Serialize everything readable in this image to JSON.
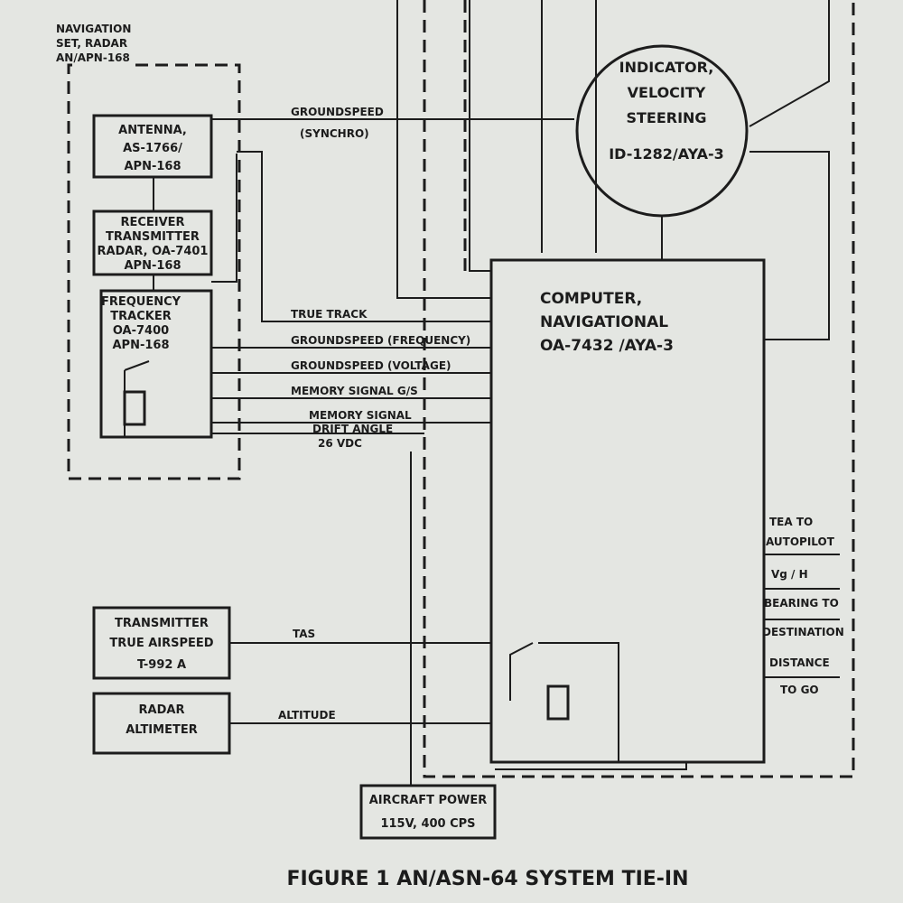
{
  "labels": {
    "nav_set": [
      "NAVIGATION",
      "SET, RADAR",
      "AN/APN-168"
    ],
    "antenna": [
      "ANTENNA,",
      "AS-1766/",
      "APN-168"
    ],
    "receiver": [
      "RECEIVER",
      "TRANSMITTER",
      "RADAR, OA-7401",
      "APN-168"
    ],
    "tracker": [
      "FREQUENCY",
      "TRACKER",
      "OA-7400",
      "APN-168"
    ],
    "indicator": [
      "INDICATOR,",
      "VELOCITY",
      "STEERING",
      "ID-1282/AYA-3"
    ],
    "computer": [
      "COMPUTER,",
      "NAVIGATIONAL",
      "OA-7432 /AYA-3"
    ],
    "tas_tx": [
      "TRANSMITTER",
      "TRUE AIRSPEED",
      "T-992 A"
    ],
    "altimeter": [
      "RADAR",
      "ALTIMETER"
    ],
    "power": [
      "AIRCRAFT POWER",
      "115V, 400 CPS"
    ],
    "signals": {
      "groundspeed_synchro": [
        "GROUNDSPEED",
        "(SYNCHRO)"
      ],
      "true_track": "TRUE TRACK",
      "gs_freq": "GROUNDSPEED (FREQUENCY)",
      "gs_volt": "GROUNDSPEED (VOLTAGE)",
      "mem_gs": "MEMORY SIGNAL G/S",
      "mem": "MEMORY SIGNAL",
      "drift": "DRIFT ANGLE",
      "vdc": "26 VDC",
      "tas": "TAS",
      "altitude": "ALTITUDE"
    },
    "outputs": [
      "TEA TO",
      "AUTOPILOT",
      "Vg / H",
      "BEARING TO",
      "DESTINATION",
      "DISTANCE",
      "TO GO"
    ],
    "caption": "FIGURE 1   AN/ASN-64 SYSTEM TIE-IN"
  }
}
